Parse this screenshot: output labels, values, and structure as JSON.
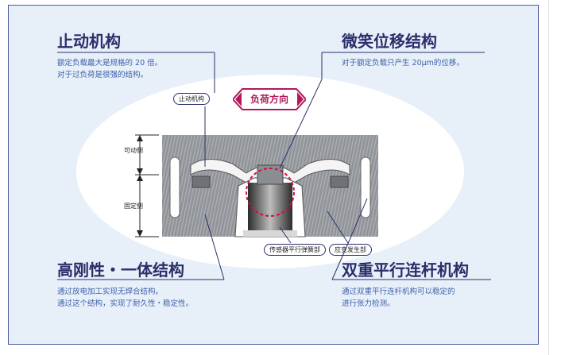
{
  "sections": {
    "stop_mechanism": {
      "title": "止动机构",
      "desc": [
        "额定负载最大是规格的 20 倍。",
        "对于过负荷是很强的结构。"
      ]
    },
    "micro_displacement": {
      "title": "微笑位移结构",
      "desc": [
        "对于额定负载只产生 20μm的位移。"
      ]
    },
    "high_rigidity": {
      "title": "高刚性・一体结构",
      "desc": [
        "通过放电加工实现无焊合结构。",
        "通过这个结构，实现了耐久性・稳定性。"
      ]
    },
    "parallel_link": {
      "title": "双重平行连杆机构",
      "desc": [
        "通过双重平行连杆机构可以稳定的",
        "进行张力检测。"
      ]
    }
  },
  "labels": {
    "stop_mechanism_tag": "止动机构",
    "load_direction": "负荷方向",
    "movable_side": "可动侧",
    "fixed_side": "固定侧",
    "sensor_spring": "传感器平行弹簧部",
    "strain_part": "应变发生部"
  },
  "colors": {
    "title": "#2a2f6a",
    "desc": "#3d5fa8",
    "accent": "#b2185a",
    "background": "#e7f0f9"
  }
}
